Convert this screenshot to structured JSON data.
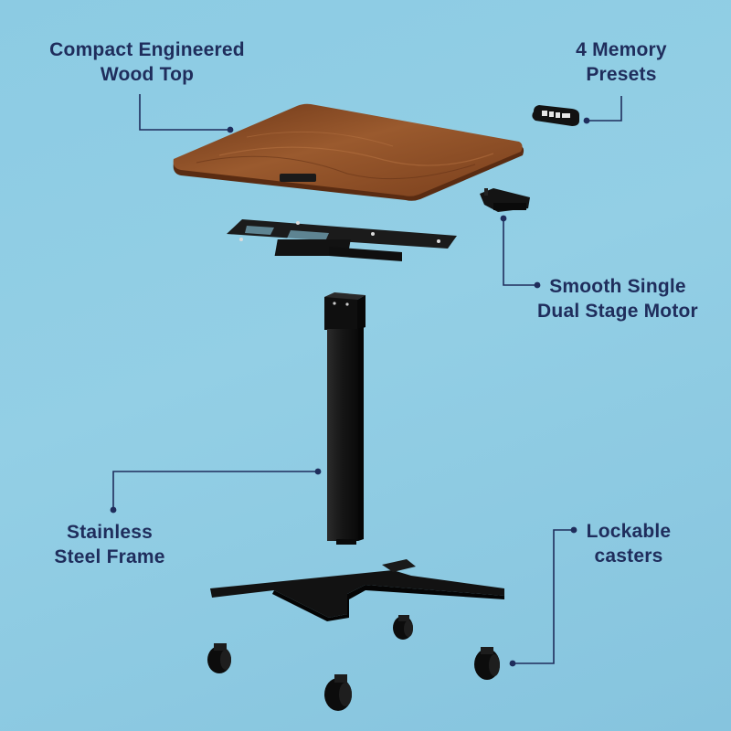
{
  "colors": {
    "background": "#8ccbe3",
    "callout": "#1f2d5c",
    "wood": "#8a4a22",
    "frame": "#141414"
  },
  "callouts": {
    "wood_top": {
      "line1": "Compact Engineered",
      "line2": "Wood Top"
    },
    "memory_presets": {
      "line1": "4 Memory",
      "line2": "Presets"
    },
    "motor": {
      "line1": "Smooth Single",
      "line2": "Dual Stage Motor"
    },
    "frame": {
      "line1": "Stainless",
      "line2": "Steel Frame"
    },
    "casters": {
      "line1": "Lockable",
      "line2": "casters"
    }
  }
}
